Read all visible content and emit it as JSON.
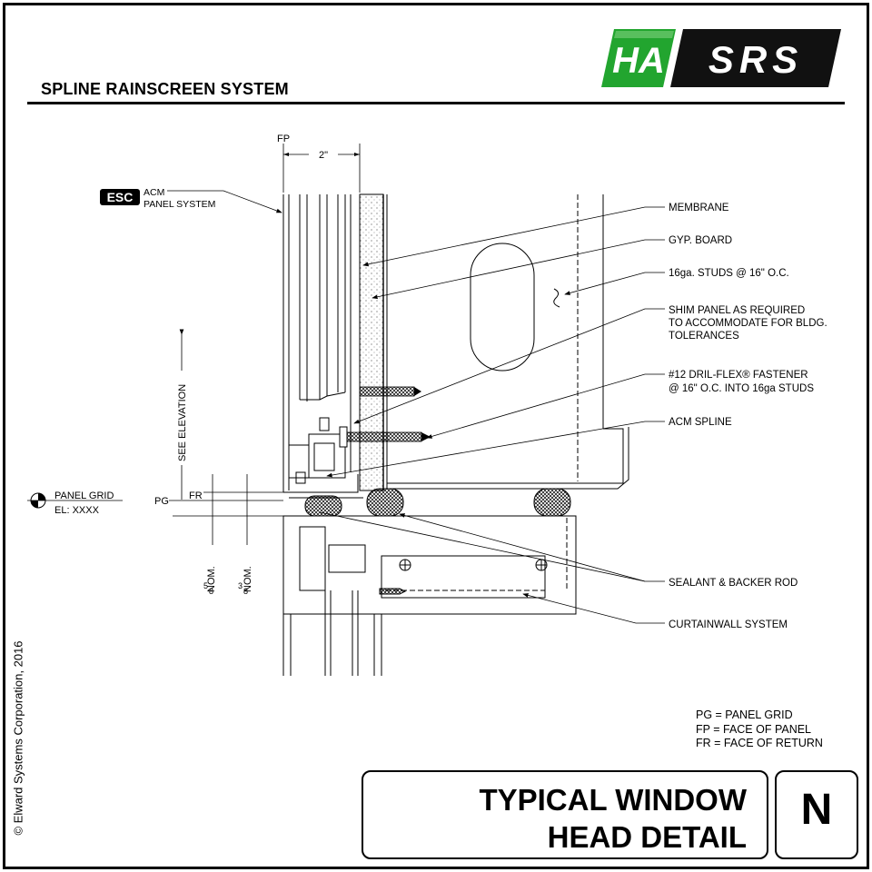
{
  "header": {
    "title": "SPLINE RAINSCREEN SYSTEM"
  },
  "logo": {
    "brand": "SRS",
    "mark": "HA"
  },
  "esc_label": {
    "mark": "ESC",
    "line1": "ACM",
    "line2": "PANEL SYSTEM"
  },
  "dimension": {
    "fp": "FP",
    "width": "2\""
  },
  "callouts": {
    "membrane": "MEMBRANE",
    "gyp": "GYP. BOARD",
    "studs": "16ga. STUDS @ 16\" O.C.",
    "shim1": "SHIM PANEL AS REQUIRED",
    "shim2": "TO ACCOMMODATE FOR BLDG.",
    "shim3": "TOLERANCES",
    "fastener1": "#12 DRIL-FLEX® FASTENER",
    "fastener2": "@ 16\" O.C. INTO 16ga STUDS",
    "spline": "ACM SPLINE",
    "sealant": "SEALANT & BACKER ROD",
    "curtainwall": "CURTAINWALL SYSTEM"
  },
  "grid": {
    "panel_grid": "PANEL GRID",
    "elev": "EL: XXXX",
    "pg": "PG",
    "fr": "FR",
    "see_elevation": "SEE ELEVATION"
  },
  "nom": {
    "a_num": "5",
    "a_den": "8",
    "a_label": "NOM.",
    "b_num": "3",
    "b_den": "8",
    "b_label": "NOM."
  },
  "legend": {
    "pg": "PG = PANEL GRID",
    "fp": "FP = FACE OF PANEL",
    "fr": "FR = FACE OF RETURN"
  },
  "title": {
    "line1": "TYPICAL WINDOW",
    "line2": "HEAD DETAIL"
  },
  "sheet": "N",
  "copyright": "© Elward Systems Corporation, 2016"
}
